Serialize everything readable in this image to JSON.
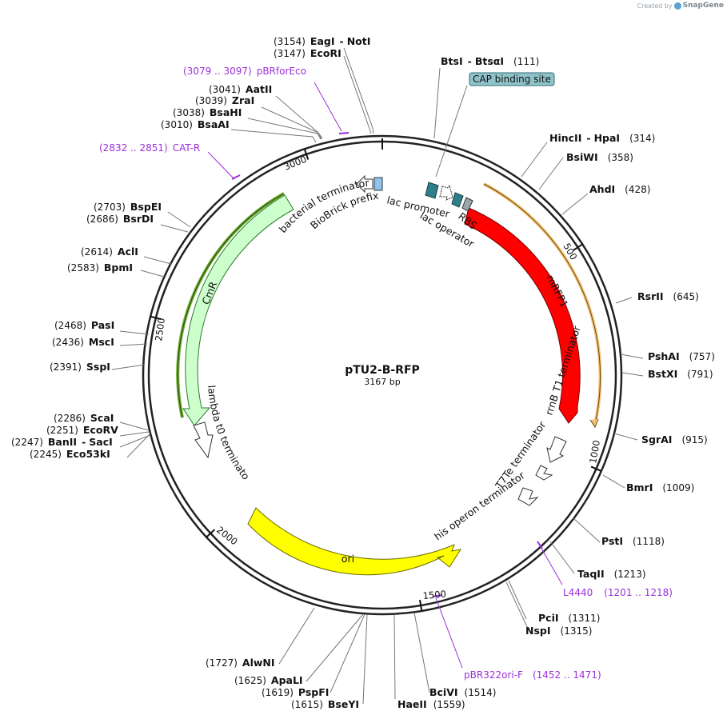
{
  "credit": {
    "prefix": "Created by",
    "brand": "SnapGene"
  },
  "plasmid": {
    "name": "pTU2-B-RFP",
    "length": 3167,
    "length_label": "3167 bp"
  },
  "ticks": [
    {
      "pos": 500,
      "label": "500"
    },
    {
      "pos": 1000,
      "label": "1000"
    },
    {
      "pos": 1500,
      "label": "1500"
    },
    {
      "pos": 2000,
      "label": "2000"
    },
    {
      "pos": 2500,
      "label": "2500"
    },
    {
      "pos": 3000,
      "label": "3000"
    }
  ],
  "enzymes": [
    {
      "name": "EagI",
      "name2": "NotI",
      "pos": 3154,
      "pos_label": "(3154)",
      "side": "left"
    },
    {
      "name": "EcoRI",
      "pos": 3147,
      "pos_label": "(3147)",
      "side": "left"
    },
    {
      "name": "AatII",
      "pos": 3041,
      "pos_label": "(3041)",
      "side": "left"
    },
    {
      "name": "ZraI",
      "pos": 3039,
      "pos_label": "(3039)",
      "side": "left"
    },
    {
      "name": "BsaHI",
      "pos": 3038,
      "pos_label": "(3038)",
      "side": "left"
    },
    {
      "name": "BsaAI",
      "pos": 3010,
      "pos_label": "(3010)",
      "side": "left"
    },
    {
      "name": "BspEI",
      "pos": 2703,
      "pos_label": "(2703)",
      "side": "left"
    },
    {
      "name": "BsrDI",
      "pos": 2686,
      "pos_label": "(2686)",
      "side": "left"
    },
    {
      "name": "AclI",
      "pos": 2614,
      "pos_label": "(2614)",
      "side": "left"
    },
    {
      "name": "BpmI",
      "pos": 2583,
      "pos_label": "(2583)",
      "side": "left"
    },
    {
      "name": "PasI",
      "pos": 2468,
      "pos_label": "(2468)",
      "side": "left"
    },
    {
      "name": "MscI",
      "pos": 2436,
      "pos_label": "(2436)",
      "side": "left"
    },
    {
      "name": "SspI",
      "pos": 2391,
      "pos_label": "(2391)",
      "side": "left"
    },
    {
      "name": "ScaI",
      "pos": 2286,
      "pos_label": "(2286)",
      "side": "left"
    },
    {
      "name": "EcoRV",
      "pos": 2251,
      "pos_label": "(2251)",
      "side": "left"
    },
    {
      "name": "BanII",
      "name2": "SacI",
      "pos": 2247,
      "pos_label": "(2247)",
      "side": "left"
    },
    {
      "name": "Eco53kI",
      "pos": 2245,
      "pos_label": "(2245)",
      "side": "left"
    },
    {
      "name": "AlwNI",
      "pos": 1727,
      "pos_label": "(1727)",
      "side": "left"
    },
    {
      "name": "ApaLI",
      "pos": 1625,
      "pos_label": "(1625)",
      "side": "left"
    },
    {
      "name": "PspFI",
      "pos": 1619,
      "pos_label": "(1619)",
      "side": "left"
    },
    {
      "name": "BseYI",
      "pos": 1615,
      "pos_label": "(1615)",
      "side": "left"
    },
    {
      "name": "HaeII",
      "pos": 1559,
      "pos_label": "(1559)",
      "side": "right"
    },
    {
      "name": "BciVI",
      "pos": 1514,
      "pos_label": "(1514)",
      "side": "right"
    },
    {
      "name": "PciI",
      "pos": 1311,
      "pos_label": "(1311)",
      "side": "right"
    },
    {
      "name": "NspI",
      "pos": 1315,
      "pos_label": "(1315)",
      "side": "right"
    },
    {
      "name": "TaqII",
      "pos": 1213,
      "pos_label": "(1213)",
      "side": "right"
    },
    {
      "name": "PstI",
      "pos": 1118,
      "pos_label": "(1118)",
      "side": "right"
    },
    {
      "name": "BmrI",
      "pos": 1009,
      "pos_label": "(1009)",
      "side": "right"
    },
    {
      "name": "SgrAI",
      "pos": 915,
      "pos_label": "(915)",
      "side": "right"
    },
    {
      "name": "BstXI",
      "pos": 791,
      "pos_label": "(791)",
      "side": "right"
    },
    {
      "name": "PshAI",
      "pos": 757,
      "pos_label": "(757)",
      "side": "right"
    },
    {
      "name": "RsrII",
      "pos": 645,
      "pos_label": "(645)",
      "side": "right"
    },
    {
      "name": "AhdI",
      "pos": 428,
      "pos_label": "(428)",
      "side": "right"
    },
    {
      "name": "BsiWI",
      "pos": 358,
      "pos_label": "(358)",
      "side": "right"
    },
    {
      "name": "HincII",
      "name2": "HpaI",
      "pos": 314,
      "pos_label": "(314)",
      "side": "right"
    },
    {
      "name": "BtsI",
      "name2": "BtsαI",
      "pos": 111,
      "pos_label": "(111)",
      "side": "right"
    }
  ],
  "primers": [
    {
      "name": "pBRforEco",
      "range": "(3079 .. 3097)"
    },
    {
      "name": "CAT-R",
      "range": "(2832 .. 2851)"
    },
    {
      "name": "L4440",
      "range": "(1201 .. 1218)"
    },
    {
      "name": "pBR322ori-F",
      "range": "(1452 .. 1471)"
    }
  ],
  "features": [
    {
      "name": "mRFP1",
      "color": "#ff0000"
    },
    {
      "name": "CmR",
      "color": "#ccffcc"
    },
    {
      "name": "ori",
      "color": "#ffff00"
    },
    {
      "name": "lac promoter",
      "color": "#2f7f8a"
    },
    {
      "name": "lac operator",
      "color": "#ffffff"
    },
    {
      "name": "RBS",
      "color": "#9aa6ad"
    },
    {
      "name": "rrnB T1 terminator",
      "color": "#ffffff"
    },
    {
      "name": "T7Te terminator",
      "color": "#ffffff"
    },
    {
      "name": "his operon terminator",
      "color": "#ffffff"
    },
    {
      "name": "lambda t0 terminator",
      "color": "#ffffff"
    },
    {
      "name": "bacterial terminator",
      "color": "#ffffff"
    },
    {
      "name": "BioBrick prefix",
      "color": "#8fc3f2"
    }
  ],
  "cap_site": {
    "name": "CAP binding site",
    "color": "#8fc3c9"
  }
}
